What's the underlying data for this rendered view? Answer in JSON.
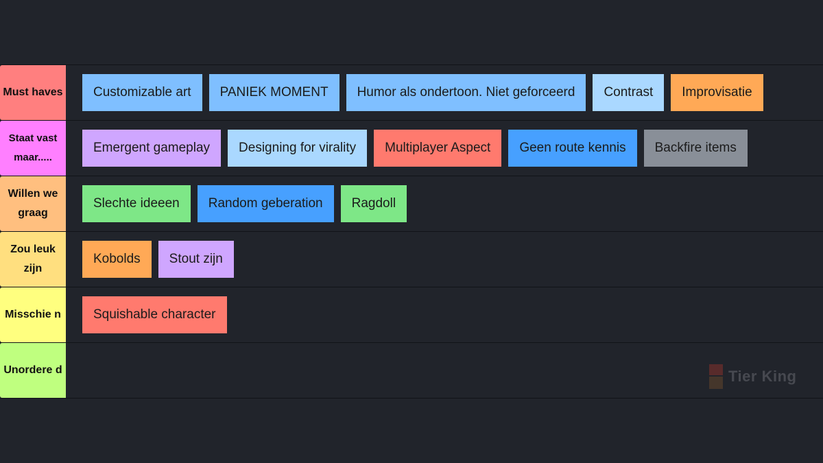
{
  "tiers": [
    {
      "label": "Must haves",
      "color": "#ff7f7f",
      "items": [
        {
          "text": "Customizable art",
          "color": "#7fbfff"
        },
        {
          "text": "PANIEK MOMENT",
          "color": "#7fbfff"
        },
        {
          "text": "Humor als ondertoon. Niet geforceerd",
          "color": "#7fbfff"
        },
        {
          "text": "Contrast",
          "color": "#aad8ff"
        },
        {
          "text": "Improvisatie",
          "color": "#ffa956"
        }
      ]
    },
    {
      "label": "Staat vast maar.....",
      "color": "#ff7fff",
      "items": [
        {
          "text": "Emergent gameplay",
          "color": "#cfa6ff"
        },
        {
          "text": "Designing for virality",
          "color": "#aad8ff"
        },
        {
          "text": "Multiplayer Aspect",
          "color": "#ff7a6e"
        },
        {
          "text": "Geen route kennis",
          "color": "#47a0ff"
        },
        {
          "text": "Backfire items",
          "color": "#898f98"
        }
      ]
    },
    {
      "label": "Willen we graag",
      "color": "#ffbf7f",
      "items": [
        {
          "text": "Slechte ideeen",
          "color": "#7ee787"
        },
        {
          "text": "Random geberation",
          "color": "#47a0ff"
        },
        {
          "text": "Ragdoll",
          "color": "#7ee787"
        }
      ]
    },
    {
      "label": "Zou leuk zijn",
      "color": "#ffdf7f",
      "items": [
        {
          "text": "Kobolds",
          "color": "#ffa956"
        },
        {
          "text": "Stout zijn",
          "color": "#cfa6ff"
        }
      ]
    },
    {
      "label": "Misschie n",
      "color": "#ffff7f",
      "items": [
        {
          "text": "Squishable character",
          "color": "#ff7a6e"
        }
      ]
    },
    {
      "label": "Unordere d",
      "color": "#bfff7f",
      "items": []
    }
  ],
  "watermark": {
    "text": "Tier King"
  }
}
